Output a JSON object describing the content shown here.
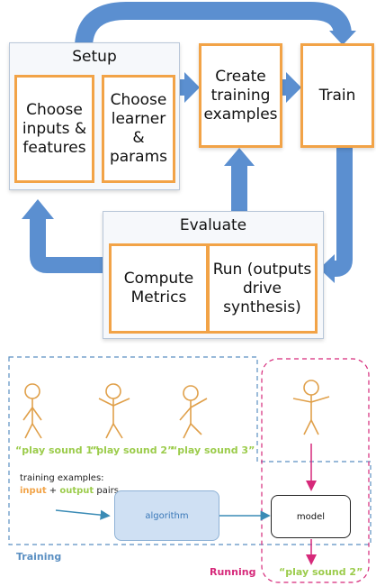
{
  "top_diagram": {
    "setup": {
      "title": "Setup",
      "inputs_box": "Choose inputs & features",
      "learner_box": "Choose learner & params"
    },
    "create_box": "Create training examples",
    "train_box": "Train",
    "evaluate": {
      "title": "Evaluate",
      "metrics_box": "Compute Metrics",
      "run_box": "Run (outputs drive synthesis)"
    },
    "colors": {
      "arrow": "#5b8fd0",
      "box_border": "#f2a347",
      "panel_border": "#b9c7d9"
    }
  },
  "bottom_diagram": {
    "captions": [
      "“play sound 1”",
      "“play sound 2”",
      "“play sound 3”"
    ],
    "training_examples_label": "training examples:",
    "input_word": "input",
    "plus": " + ",
    "output_word": "output",
    "pairs_word": " pairs",
    "algorithm_label": "algorithm",
    "model_label": "model",
    "training_label": "Training",
    "running_label": "Running",
    "output_caption": "“play sound 2”",
    "colors": {
      "training": "#5a8fc2",
      "running": "#d6297a",
      "stick": "#e0a04a",
      "caption": "#9ccc4c",
      "input": "#f2a347",
      "output": "#9ccc4c"
    }
  }
}
